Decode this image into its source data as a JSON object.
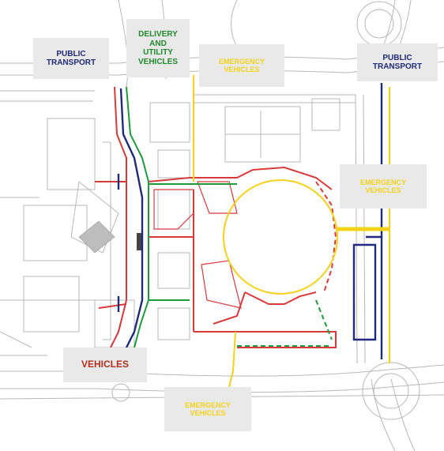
{
  "labels": {
    "public_transport_left": "PUBLIC\nTRANSPORT",
    "delivery": "DELIVERY\nAND\nUTILITY\nVEHICLES",
    "emergency_top": "EMERGENCY\nVEHICLES",
    "public_transport_right": "PUBLIC\nTRANSPORT",
    "emergency_right": "EMERGENCY\nVEHICLES",
    "vehicles": "VEHICLES",
    "emergency_bottom": "EMERGENCY\nVEHICLES"
  },
  "colors": {
    "vehicles_route": "#d83a3a",
    "public_transport_route": "#1f2a7a",
    "delivery_route": "#1f9a3a",
    "emergency_route": "#f4d21a",
    "base_lines": "#b5b5b5"
  }
}
